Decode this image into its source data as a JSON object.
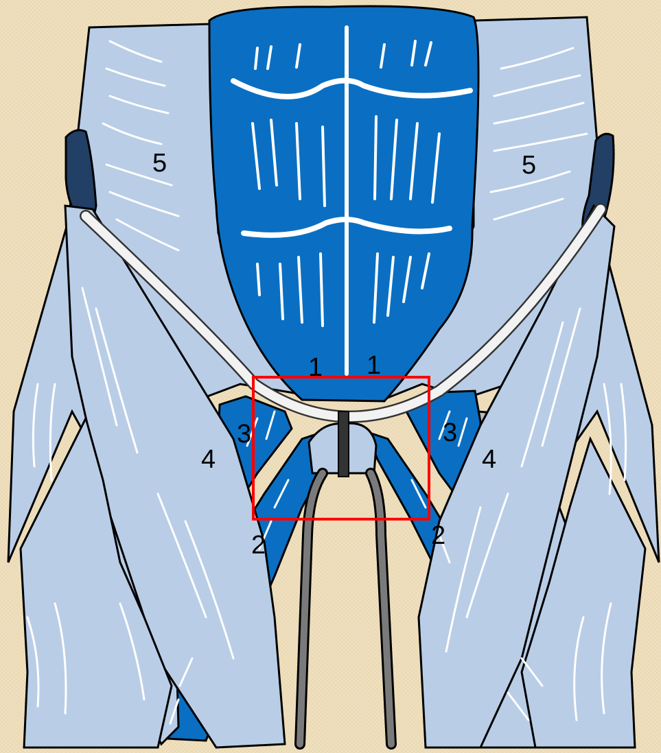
{
  "colors": {
    "background": "#efe0bf",
    "pale_muscle": "#b9cde6",
    "deep_muscle": "#0a6fc2",
    "ligament": "#f2f2f2",
    "ischial_spine": "#223f66",
    "nerve_gray": "#7a7a7a",
    "lateral_bar": "#bdbdbd",
    "highlight_box": "#ff0000"
  },
  "labels": {
    "rectus_left": "1",
    "rectus_right": "1",
    "lower_left": "2",
    "lower_right": "2",
    "inner_left": "3",
    "inner_right": "3",
    "bar_left": "4",
    "bar_right": "4",
    "outer_left": "5",
    "outer_right": "5"
  }
}
